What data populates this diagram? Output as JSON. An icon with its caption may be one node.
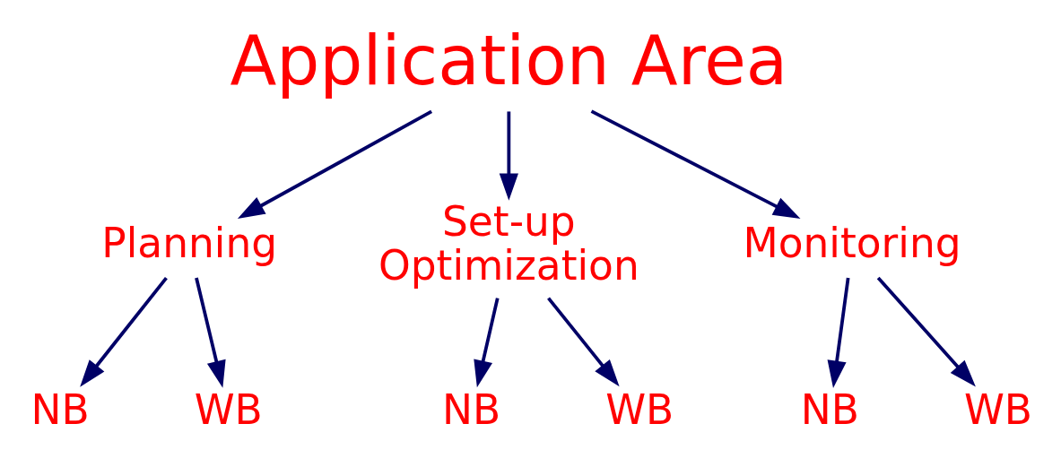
{
  "diagram": {
    "nodes": [
      {
        "text": [
          "Application Area"
        ]
      },
      {
        "text": [
          "Planning"
        ]
      },
      {
        "text": [
          "Set-up Optimization"
        ]
      },
      {
        "text": [
          "Monitoring"
        ]
      },
      {
        "text": [
          "NB"
        ]
      },
      {
        "text": [
          "WB"
        ]
      },
      {
        "text": [
          "NB"
        ]
      },
      {
        "text": [
          "WB"
        ]
      },
      {
        "text": [
          "NB"
        ]
      },
      {
        "text": [
          "WB"
        ]
      }
    ],
    "edges": [
      {
        "from": 0,
        "to": 1,
        "arrow": "to"
      },
      {
        "from": 0,
        "to": 2,
        "arrow": "to"
      },
      {
        "from": 0,
        "to": 3,
        "arrow": "to"
      },
      {
        "from": 1,
        "to": 4,
        "arrow": "to"
      },
      {
        "from": 1,
        "to": 5,
        "arrow": "to"
      },
      {
        "from": 2,
        "to": 6,
        "arrow": "to"
      },
      {
        "from": 2,
        "to": 7,
        "arrow": "to"
      },
      {
        "from": 3,
        "to": 8,
        "arrow": "to"
      },
      {
        "from": 3,
        "to": 9,
        "arrow": "to"
      }
    ]
  }
}
